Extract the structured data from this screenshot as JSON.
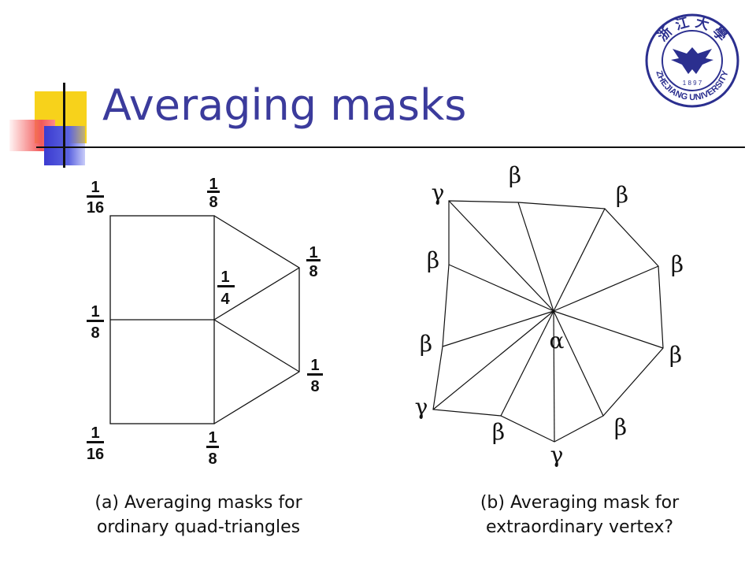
{
  "title": "Averaging masks",
  "logo": {
    "text_top": "浙 江 大 學",
    "year": "1 8 9 7",
    "text_bottom": "ZHEJIANG UNIVERSITY"
  },
  "left_figure": {
    "weights": [
      {
        "num": "1",
        "den": "16"
      },
      {
        "num": "1",
        "den": "8"
      },
      {
        "num": "1",
        "den": "8"
      },
      {
        "num": "1",
        "den": "4"
      },
      {
        "num": "1",
        "den": "8"
      },
      {
        "num": "1",
        "den": "8"
      },
      {
        "num": "1",
        "den": "16"
      },
      {
        "num": "1",
        "den": "8"
      }
    ]
  },
  "right_figure": {
    "labels": [
      "β",
      "γ",
      "β",
      "β",
      "β",
      "β",
      "β",
      "γ",
      "β",
      "γ",
      "β",
      "α"
    ]
  },
  "captions": {
    "left": [
      "(a) Averaging masks for",
      "ordinary quad-triangles"
    ],
    "right": [
      "(b) Averaging mask for",
      "extraordinary vertex?"
    ]
  },
  "colors": {
    "title": "#3b3b9c",
    "logo": "#2b2f8f",
    "accent_yellow": "#f7d21b",
    "accent_red": "#f25a5a",
    "accent_blue": "#3b3bd0"
  }
}
